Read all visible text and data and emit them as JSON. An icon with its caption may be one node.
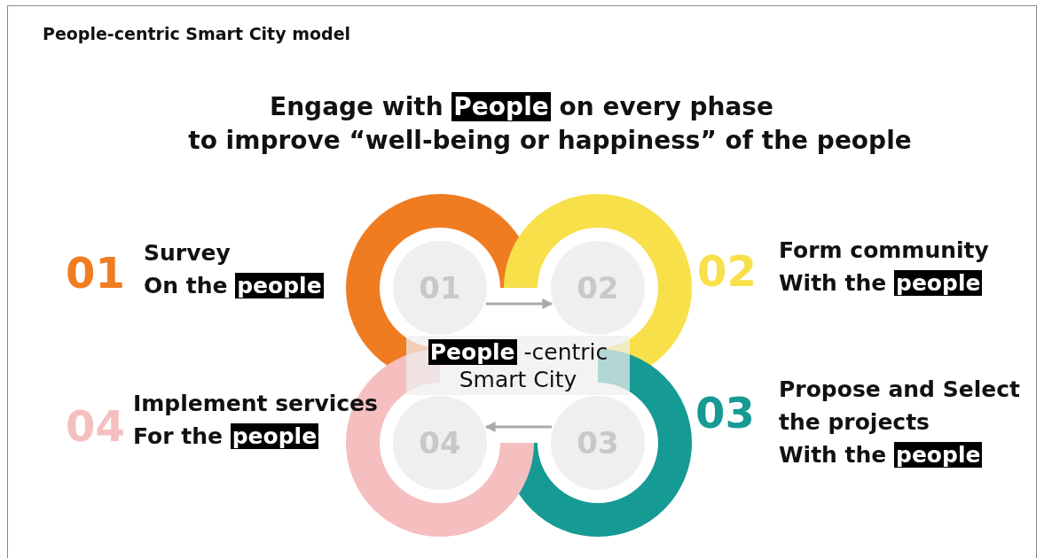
{
  "diagram": {
    "title": "People-centric Smart City model",
    "nodes": [
      {
        "text": [
          "01"
        ]
      },
      {
        "text": [
          "02"
        ]
      },
      {
        "text": [
          "**People** -centric Smart City"
        ]
      },
      {
        "text": [
          "04"
        ]
      },
      {
        "text": [
          "03"
        ]
      }
    ],
    "edges": [
      {
        "from": 0,
        "to": 1,
        "arrow": "to"
      },
      {
        "from": 4,
        "to": 3,
        "arrow": "to"
      }
    ],
    "labels": [
      "Engage with **People** on every phase",
      "to improve “well-being or happiness” of the people",
      "01",
      "Survey",
      "On the **people**",
      "02",
      "Form community",
      "With the **people**",
      "04",
      "Implement services",
      "For the **people**",
      "03",
      "Propose and Select",
      "the projects",
      "With the **people**"
    ]
  }
}
